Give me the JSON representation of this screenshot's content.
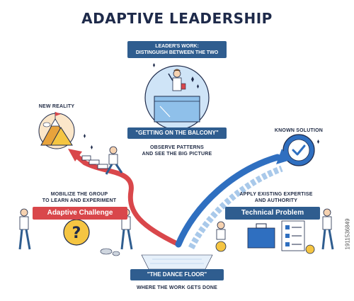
{
  "title": "ADAPTIVE LEADERSHIP",
  "leaders_work": {
    "line1": "LEADER'S WORK:",
    "line2": "DISTINGUISH BETWEEN THE TWO"
  },
  "balcony": {
    "label": "\"GETTING ON THE BALCONY\"",
    "caption_line1": "OBSERVE PATTERNS",
    "caption_line2": "AND SEE THE BIG PICTURE"
  },
  "new_reality": {
    "label": "NEW REALITY"
  },
  "known_solution": {
    "label": "KNOWN SOLUTION"
  },
  "adaptive": {
    "caption_line1": "MOBILIZE THE GROUP",
    "caption_line2": "TO LEARN AND EXPERIMENT",
    "label": "Adaptive Challenge"
  },
  "technical": {
    "caption_line1": "APPLY EXISTING EXPERTISE",
    "caption_line2": "AND AUTHORITY",
    "label": "Technical Problem"
  },
  "dance_floor": {
    "label": "\"THE DANCE FLOOR\"",
    "caption": "WHERE THE WORK GETS DONE"
  },
  "stock_id": "1911536849",
  "colors": {
    "navy": "#1e2a4a",
    "blue": "#2f5d8f",
    "light_blue": "#7fb3e6",
    "red": "#d9474b",
    "yellow": "#f5c542",
    "orange": "#e8a33c"
  }
}
